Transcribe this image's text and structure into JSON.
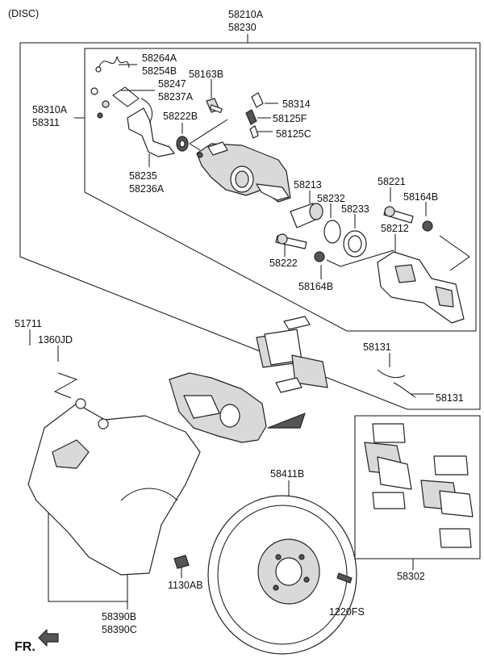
{
  "header": {
    "disc_label": "(DISC)"
  },
  "labels": {
    "p58210": [
      "58210A",
      "58230"
    ],
    "p58264": [
      "58264A",
      "58254B"
    ],
    "p58163": [
      "58163B"
    ],
    "p58247": [
      "58247",
      "58237A"
    ],
    "p58314": [
      "58314"
    ],
    "p58125f": [
      "58125F"
    ],
    "p58125c": [
      "58125C"
    ],
    "p58310": [
      "58310A",
      "58311"
    ],
    "p58222b": [
      "58222B"
    ],
    "p58235": [
      "58235",
      "58236A"
    ],
    "p58213": [
      "58213"
    ],
    "p58232": [
      "58232"
    ],
    "p58233": [
      "58233"
    ],
    "p58221": [
      "58221"
    ],
    "p58164b_r": [
      "58164B"
    ],
    "p58212": [
      "58212"
    ],
    "p58222": [
      "58222"
    ],
    "p58164b_l": [
      "58164B"
    ],
    "p51711": [
      "51711"
    ],
    "p1360": [
      "1360JD"
    ],
    "p58131a": [
      "58131"
    ],
    "p58131b": [
      "58131"
    ],
    "p58411": [
      "58411B"
    ],
    "p1130": [
      "1130AB"
    ],
    "p58390": [
      "58390B",
      "58390C"
    ],
    "p1220": [
      "1220FS"
    ],
    "p58302": [
      "58302"
    ]
  },
  "footer": {
    "fr_label": "FR."
  }
}
